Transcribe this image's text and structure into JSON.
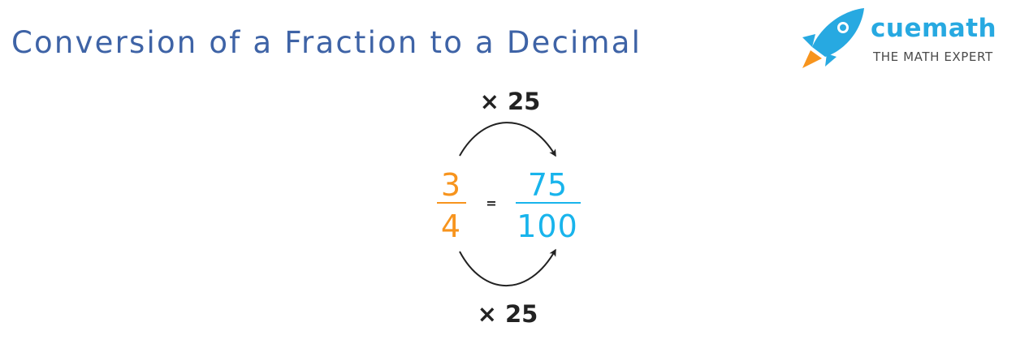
{
  "header": {
    "title": "Conversion of a Fraction to a Decimal"
  },
  "logo": {
    "wordmark": "cuemath",
    "tagline": "THE MATH EXPERT",
    "icon": "rocket-icon",
    "colors": {
      "brand_blue": "#27a9e1",
      "flame_orange": "#f7941d"
    }
  },
  "diagram": {
    "multiplier_top": "× 25",
    "multiplier_bottom": "× 25",
    "left_fraction": {
      "numerator": "3",
      "denominator": "4",
      "color": "#f7941d"
    },
    "equals": "=",
    "right_fraction": {
      "numerator": "75",
      "denominator": "100",
      "color": "#18b4ec"
    },
    "arrow_color": "#222222"
  }
}
